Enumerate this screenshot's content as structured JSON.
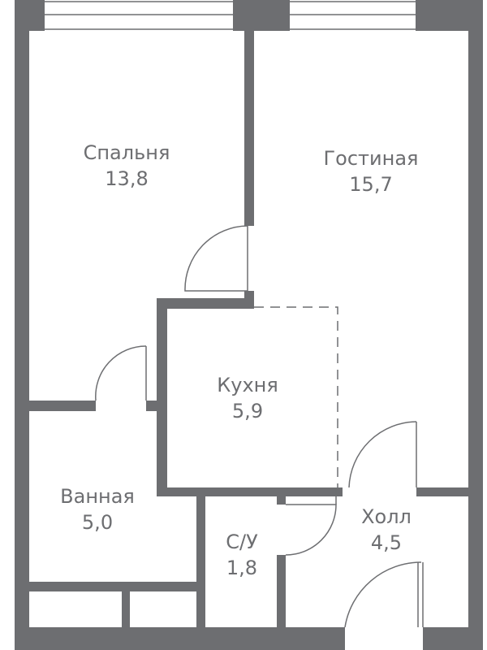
{
  "rooms": [
    {
      "id": "bedroom",
      "name": "Спальня",
      "area": "13,8"
    },
    {
      "id": "living",
      "name": "Гостиная",
      "area": "15,7"
    },
    {
      "id": "kitchen",
      "name": "Кухня",
      "area": "5,9"
    },
    {
      "id": "bath",
      "name": "Ванная",
      "area": "5,0"
    },
    {
      "id": "wc",
      "name": "С/У",
      "area": "1,8"
    },
    {
      "id": "hall",
      "name": "Холл",
      "area": "4,5"
    }
  ],
  "colors": {
    "wall": "#6d6e71",
    "background": "#ffffff"
  }
}
